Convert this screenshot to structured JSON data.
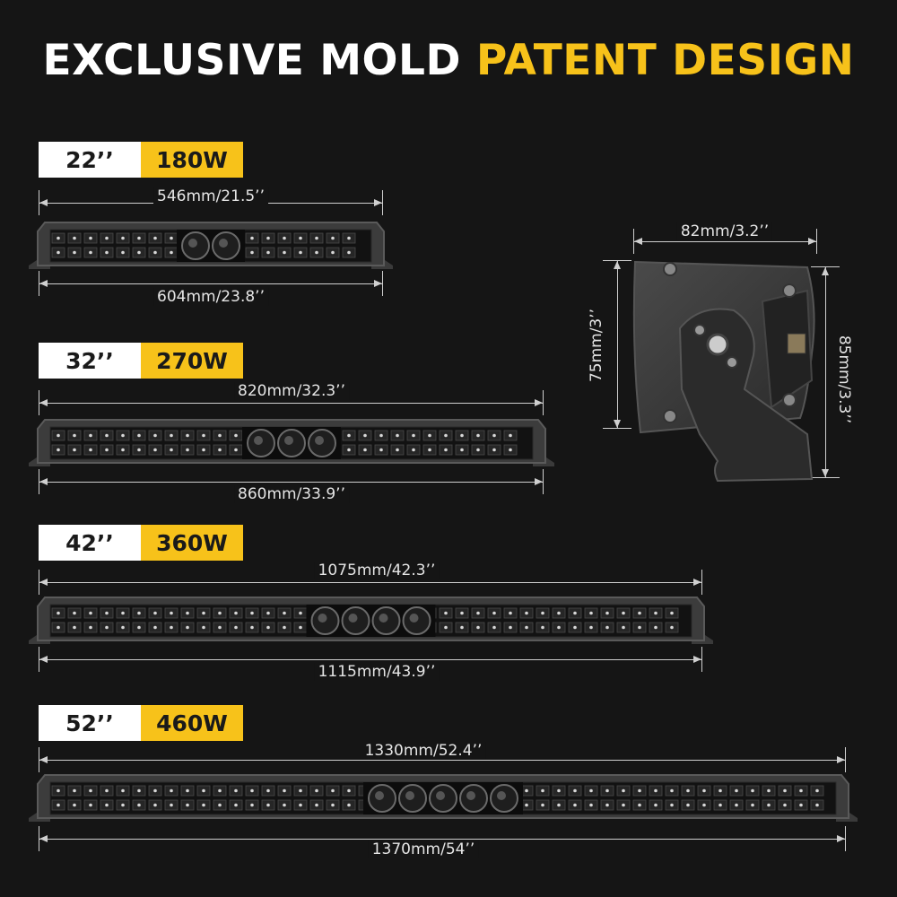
{
  "title": {
    "part1": "EXCLUSIVE MOLD",
    "part2": "PATENT DESIGN"
  },
  "products": [
    {
      "size": "22’’",
      "power": "180W",
      "inner": "546mm/21.5’’",
      "outer": "604mm/23.8’’"
    },
    {
      "size": "32’’",
      "power": "270W",
      "inner": "820mm/32.3’’",
      "outer": "860mm/33.9’’"
    },
    {
      "size": "42’’",
      "power": "360W",
      "inner": "1075mm/42.3’’",
      "outer": "1115mm/43.9’’"
    },
    {
      "size": "52’’",
      "power": "460W",
      "inner": "1330mm/52.4’’",
      "outer": "1370mm/54’’"
    }
  ],
  "side": {
    "width": "82mm/3.2’’",
    "height_body": "75mm/3’’",
    "height_total": "85mm/3.3’’"
  },
  "colors": {
    "background": "#151515",
    "accent": "#f7c21a",
    "text": "#ffffff"
  }
}
